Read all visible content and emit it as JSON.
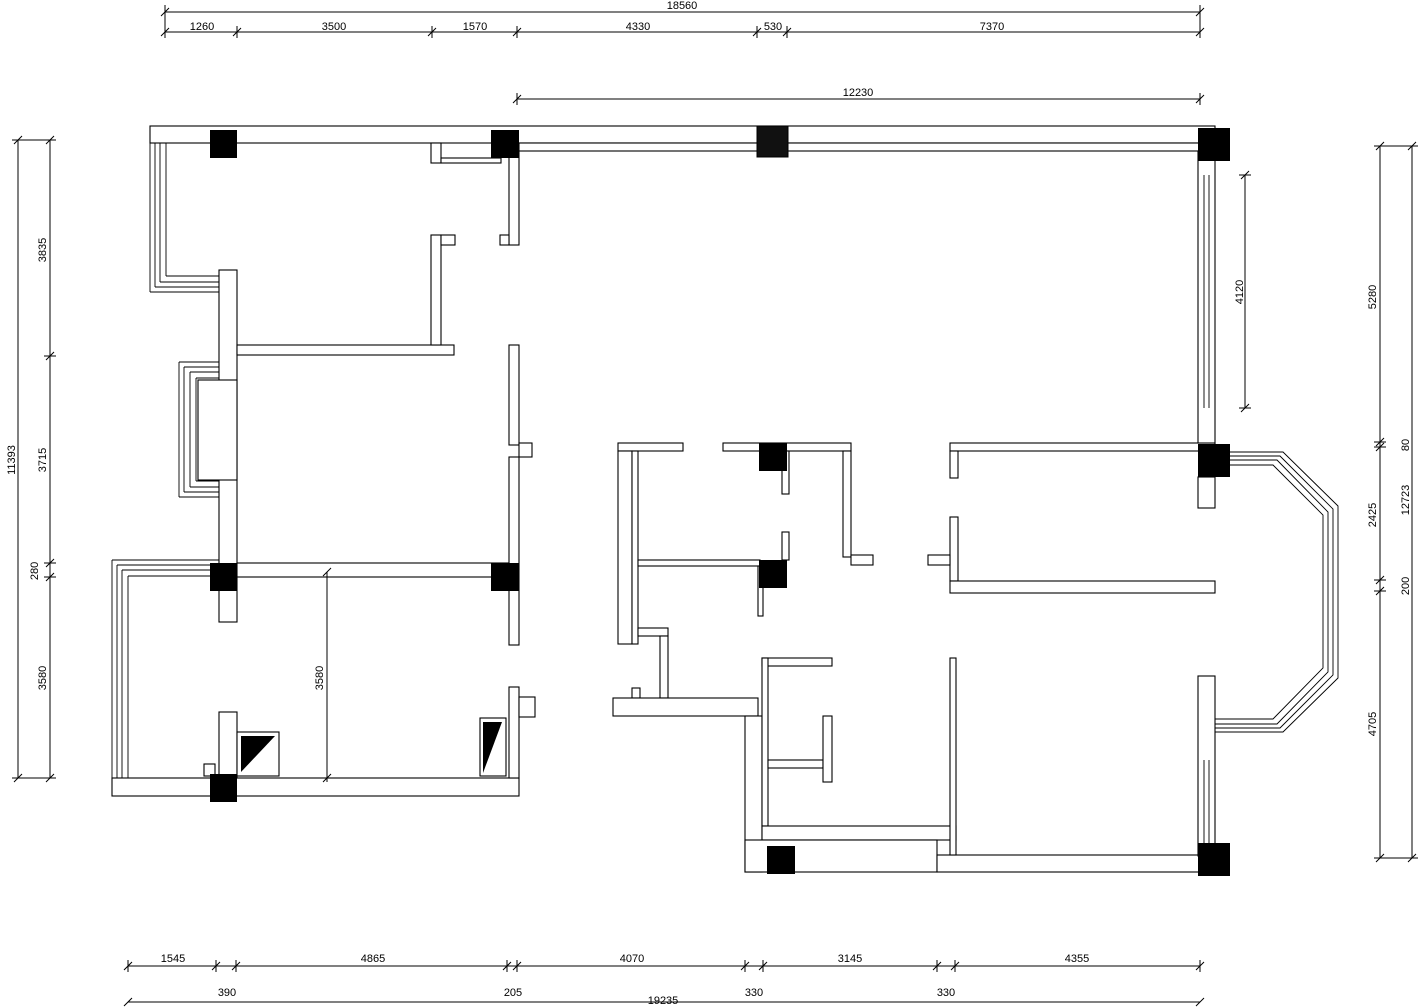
{
  "dimensions": {
    "top_total": "18560",
    "top_segments": [
      "1260",
      "3500",
      "1570",
      "4330",
      "530",
      "7370"
    ],
    "top_right_span": "12230",
    "left_total": "11393",
    "left_segments": [
      "3835",
      "3715",
      "280",
      "3580"
    ],
    "inner_vertical": "3580",
    "right_window": "4120",
    "right_total": "12723",
    "right_segments": [
      "5280",
      "80",
      "2425",
      "200",
      "4705"
    ],
    "bottom_segments": [
      "1545",
      "4865",
      "4070",
      "3145",
      "4355"
    ],
    "bottom_small": [
      "390",
      "205",
      "330",
      "330"
    ],
    "bottom_total": "19235"
  }
}
